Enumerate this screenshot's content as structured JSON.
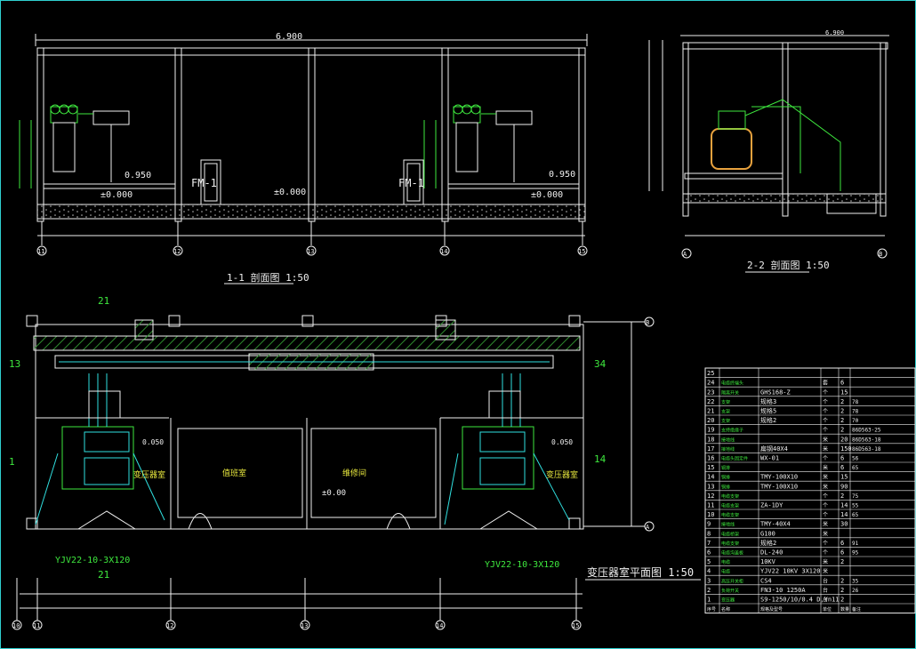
{
  "colors": {
    "background": "#000000",
    "line": "#f0f0f0",
    "accent_green": "#3ee83e",
    "accent_cyan": "#30e0e0",
    "accent_yellow": "#e8e83e",
    "hatch_green": "#2e8b2e"
  },
  "section11": {
    "top_dim": "6.900",
    "level_low_left": "0.950",
    "level_zero_left": "±0.000",
    "level_zero_mid": "±0.000",
    "level_low_right": "0.950",
    "level_zero_right": "±0.000",
    "door_left": "FM-1",
    "door_right": "FM-1",
    "axes": [
      "11",
      "12",
      "13",
      "14",
      "15"
    ],
    "title": "1-1 剖面图 1:50"
  },
  "section22": {
    "top_dim": "6.900",
    "axes": [
      "A",
      "B"
    ],
    "title": "2-2 剖面图 1:50"
  },
  "plan": {
    "title": "变压器室平面图 1:50",
    "room_left": "变压器室",
    "room_right": "变压器室",
    "room_mid1": "值班室",
    "room_mid2": "维修间",
    "level_mid": "±0.00",
    "level_left": "0.050",
    "level_right": "0.050",
    "cable_left": "YJV22-10-3X120",
    "cable_right": "YJV22-10-3X120",
    "marks": {
      "m21top": "21",
      "m13": "13",
      "m1": "1",
      "m34": "34",
      "m14": "14",
      "m21bot": "21"
    },
    "bottom_axes": [
      "10",
      "11",
      "12",
      "13",
      "14",
      "15"
    ],
    "right_axes": [
      "B",
      "A"
    ]
  },
  "table": {
    "headers": [
      "序号",
      "名称",
      "规格及型号",
      "单位",
      "数量",
      "备注"
    ],
    "rows": [
      [
        "25",
        "",
        "",
        "",
        "",
        ""
      ],
      [
        "24",
        "电缆终端头",
        "",
        "套",
        "6",
        ""
      ],
      [
        "23",
        "隔离开关",
        "GHS168-Z",
        "个",
        "15",
        ""
      ],
      [
        "22",
        "支架",
        "规格3",
        "个",
        "2",
        "78"
      ],
      [
        "21",
        "支架",
        "规格5",
        "个",
        "2",
        "78"
      ],
      [
        "20",
        "支架",
        "规格2",
        "个",
        "2",
        "70"
      ],
      [
        "19",
        "支持绝缘子",
        "",
        "个",
        "2",
        "86D563-25"
      ],
      [
        "18",
        "接地线",
        "",
        "米",
        "20",
        "86D563-18"
      ],
      [
        "17",
        "接地线",
        "扁钢40X4",
        "米",
        "150",
        "86D563-18"
      ],
      [
        "16",
        "电缆头固定件",
        "WX-01",
        "个",
        "6",
        "56"
      ],
      [
        "15",
        "铜排",
        "",
        "米",
        "6",
        "65"
      ],
      [
        "14",
        "铜排",
        "TMY-100X10",
        "米",
        "15",
        ""
      ],
      [
        "13",
        "铜排",
        "TMY-100X10",
        "米",
        "90",
        ""
      ],
      [
        "12",
        "电缆支架",
        "",
        "个",
        "2",
        "75"
      ],
      [
        "11",
        "电缆支架",
        "ZA-1DY",
        "个",
        "14",
        "55"
      ],
      [
        "10",
        "电缆支架",
        "",
        "个",
        "14",
        "65"
      ],
      [
        "9",
        "接地线",
        "TMY-40X4",
        "米",
        "30",
        ""
      ],
      [
        "8",
        "电缆桥架",
        "G100",
        "米",
        "",
        ""
      ],
      [
        "7",
        "电缆支架",
        "规格2",
        "个",
        "6",
        "91"
      ],
      [
        "6",
        "电缆沟盖板",
        "DL-240",
        "个",
        "6",
        "95"
      ],
      [
        "5",
        "电缆",
        "10KV",
        "米",
        "2",
        ""
      ],
      [
        "4",
        "电缆",
        "YJV22 10KV 3X120",
        "米",
        "",
        ""
      ],
      [
        "3",
        "高压开关柜",
        "CS4",
        "台",
        "2",
        "35"
      ],
      [
        "2",
        "负荷开关",
        "FN3-10 1250A",
        "台",
        "2",
        "26"
      ],
      [
        "1",
        "变压器",
        "S9-1250/10/0.4 D,Yn11",
        "台",
        "2",
        ""
      ]
    ]
  }
}
